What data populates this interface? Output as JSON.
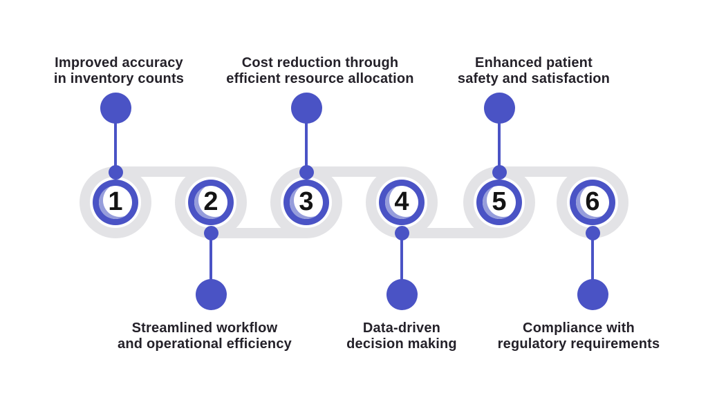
{
  "diagram": {
    "type": "process-timeline",
    "step_count": 6,
    "steps": [
      {
        "number": "1",
        "position": "top",
        "label_line1": "Improved accuracy",
        "label_line2": "in inventory counts"
      },
      {
        "number": "2",
        "position": "bottom",
        "label_line1": "Streamlined workflow",
        "label_line2": "and operational efficiency"
      },
      {
        "number": "3",
        "position": "top",
        "label_line1": "Cost reduction through",
        "label_line2": "efficient resource allocation"
      },
      {
        "number": "4",
        "position": "bottom",
        "label_line1": "Data-driven",
        "label_line2": "decision making"
      },
      {
        "number": "5",
        "position": "top",
        "label_line1": "Enhanced patient",
        "label_line2": "safety and satisfaction"
      },
      {
        "number": "6",
        "position": "bottom",
        "label_line1": "Compliance with",
        "label_line2": "regulatory requirements"
      }
    ]
  },
  "colors": {
    "accent": "#4a53c5",
    "accent_light": "#969ddb",
    "track": "#e3e3e6",
    "label_text": "#242129",
    "number_text": "#141414",
    "background": "#ffffff"
  }
}
